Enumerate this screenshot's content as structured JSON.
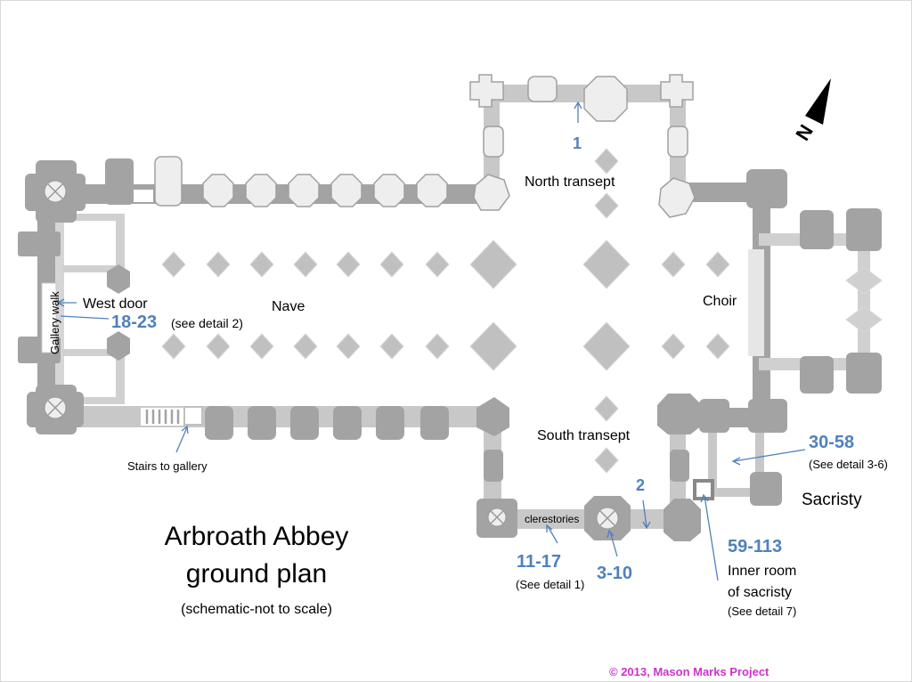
{
  "colors": {
    "wall_dark": "#A3A3A3",
    "wall_light": "#D0D0D0",
    "pillar_light": "#EEEEEE",
    "pillar_edge": "#A0A0A0",
    "pier": "#C0C0C0",
    "annotation_blue": "#4F81BD",
    "copyright_magenta": "#CC33CC"
  },
  "title": {
    "line1": "Arbroath Abbey",
    "line2": "ground plan",
    "note": "(schematic-not to scale)"
  },
  "areas": {
    "north_transept": "North transept",
    "south_transept": "South transept",
    "nave": "Nave",
    "choir": "Choir",
    "sacristy": "Sacristy",
    "west_door": "West door",
    "gallery_walk": "Gallery walk",
    "stairs": "Stairs to gallery",
    "clerestories": "clerestories",
    "inner_room_1": "Inner room",
    "inner_room_2": "of sacristy"
  },
  "marks": {
    "m1": "1",
    "m2": "2",
    "m3_10": "3-10",
    "m11_17": "11-17",
    "m11_17_detail": "(See detail 1)",
    "m18_23": "18-23",
    "m18_23_detail": "(see detail 2)",
    "m30_58": "30-58",
    "m30_58_detail": "(See detail 3-6)",
    "m59_113": "59-113",
    "m59_113_detail": "(See detail 7)"
  },
  "compass": {
    "letter": "N",
    "icon": "north-arrow-icon"
  },
  "copyright": "© 2013, Mason Marks Project"
}
